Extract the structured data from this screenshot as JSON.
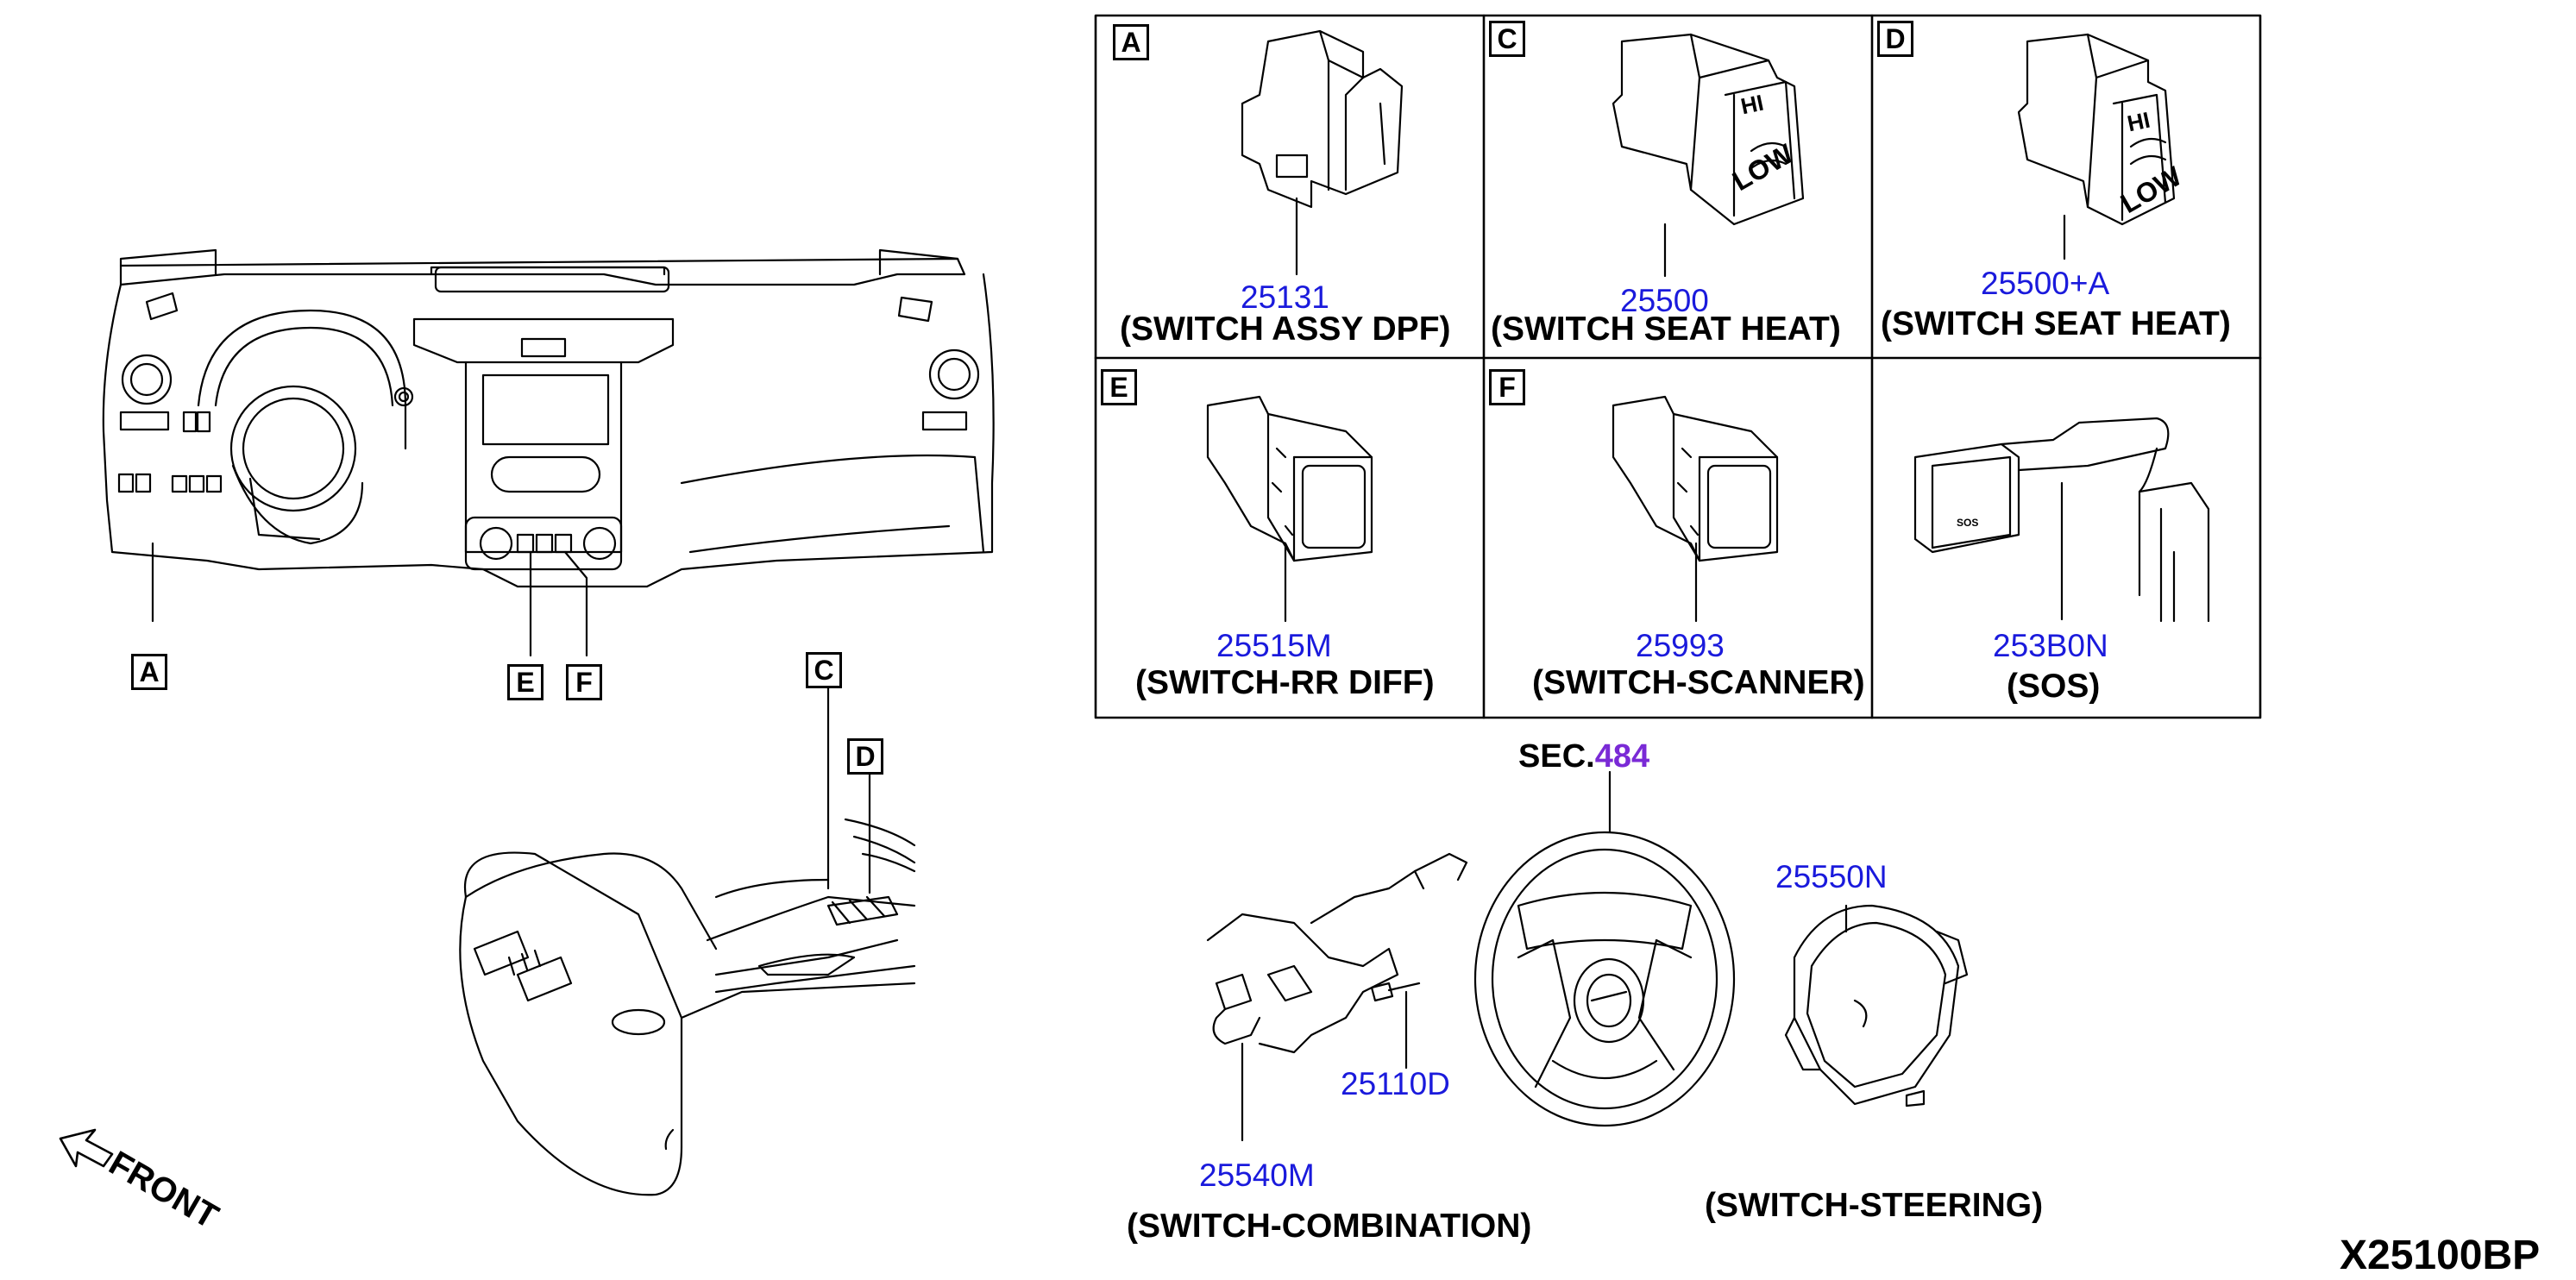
{
  "panels": [
    {
      "letter": "A",
      "part": "25131",
      "caption": "(SWITCH ASSY DPF)"
    },
    {
      "letter": "C",
      "part": "25500",
      "caption": "(SWITCH SEAT HEAT)"
    },
    {
      "letter": "D",
      "part": "25500+A",
      "caption": "(SWITCH SEAT HEAT)"
    },
    {
      "letter": "E",
      "part": "25515M",
      "caption": "(SWITCH-RR DIFF)"
    },
    {
      "letter": "F",
      "part": "25993",
      "caption": "(SWITCH-SCANNER)"
    },
    {
      "letter": "",
      "part": "253B0N",
      "caption": "(SOS)"
    }
  ],
  "seat_switch_text": {
    "hi": "HI",
    "low": "LOW"
  },
  "sos_switch_text": "SOS",
  "dash_callouts": [
    "A",
    "E",
    "F",
    "C"
  ],
  "console_callout": "D",
  "steering": {
    "sec_label": "SEC.",
    "sec_number": "484",
    "parts": [
      {
        "part": "25540M",
        "caption": "(SWITCH-COMBINATION)"
      },
      {
        "part": "25110D"
      },
      {
        "part": "25550N",
        "caption": "(SWITCH-STEERING)"
      }
    ]
  },
  "front_label": "FRONT",
  "diagram_code": "X25100BP",
  "colors": {
    "part_number": "#1a1adc",
    "section_ref": "#7a2ad6",
    "line": "#000000"
  }
}
